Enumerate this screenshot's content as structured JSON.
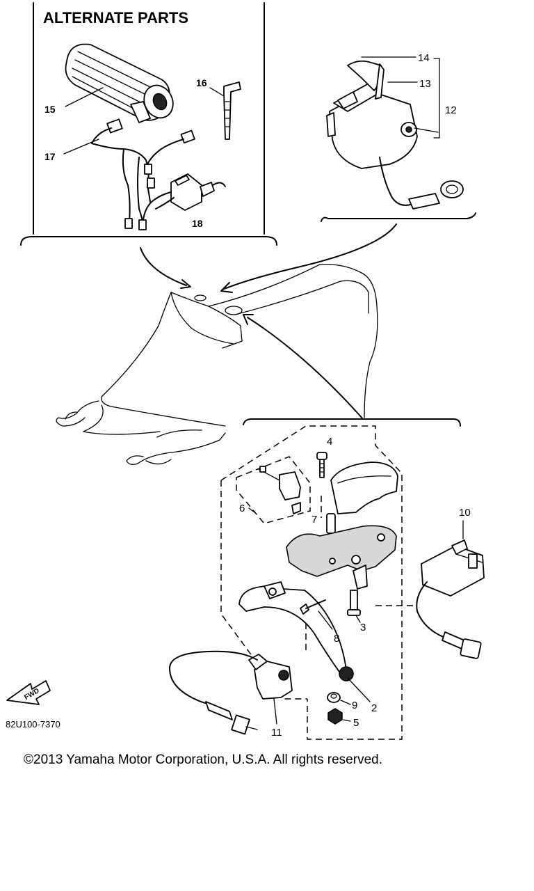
{
  "alternate_parts": {
    "title": "ALTERNATE PARTS",
    "labels": {
      "p15": "15",
      "p16": "16",
      "p17": "17",
      "p18": "18"
    }
  },
  "callouts": {
    "p2": "2",
    "p3": "3",
    "p4": "4",
    "p5": "5",
    "p6": "6",
    "p7": "7",
    "p8": "8",
    "p9": "9",
    "p10": "10",
    "p11": "11",
    "p12": "12",
    "p13": "13",
    "p14": "14"
  },
  "fwd_label": "FWD",
  "diagram_code": "82U100-7370",
  "copyright": "©2013 Yamaha Motor Corporation, U.S.A. All rights reserved."
}
